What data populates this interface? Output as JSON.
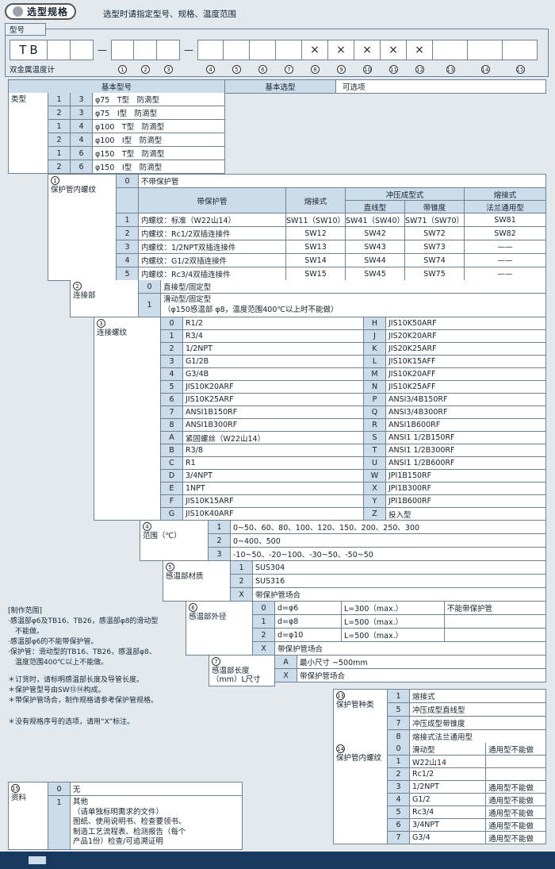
{
  "page": {
    "title": "选型规格",
    "subtitle": "选型时请指定型号、规格、温度范围",
    "model_label": "型号",
    "model_prefix": "TB",
    "product_name": "双金属温度计",
    "dash": "—",
    "x_mark": "×",
    "nums_a": [
      "1",
      "2",
      "3"
    ],
    "nums_b": [
      "4",
      "5",
      "6",
      "7",
      "8",
      "9",
      "10",
      "11",
      "12"
    ],
    "nums_c": [
      "13",
      "14",
      "15"
    ]
  },
  "headers": {
    "basic_model": "基本型号",
    "basic_selection": "基本选型",
    "options": "可选项"
  },
  "type_section": {
    "label": "类型",
    "rows": [
      {
        "c1": "1",
        "c2": "3",
        "desc": "φ75　T型　防滴型"
      },
      {
        "c1": "2",
        "c2": "3",
        "desc": "φ75　I型　防滴型"
      },
      {
        "c1": "1",
        "c2": "4",
        "desc": "φ100　T型　防滴型"
      },
      {
        "c1": "2",
        "c2": "4",
        "desc": "φ100　I型　防滴型"
      },
      {
        "c1": "1",
        "c2": "6",
        "desc": "φ150　T型　防滴型"
      },
      {
        "c1": "2",
        "c2": "6",
        "desc": "φ150　I型　防滴型"
      }
    ]
  },
  "s1": {
    "num": "1",
    "label": "保护管内螺纹",
    "row0": {
      "code": "0",
      "desc": "不带保护管"
    },
    "headers": {
      "with_tube": "带保护管",
      "welded": "熔接式",
      "stamped": "冲压成型式",
      "straight": "直线型",
      "tapered": "带锥度",
      "welded2": "熔接式",
      "flange": "法兰通用型"
    },
    "rows": [
      {
        "code": "1",
        "desc": "内螺纹：标准（W22山14）",
        "a": "SW11（SW10）",
        "b": "SW41（SW40）",
        "c": "SW71（SW70）",
        "d": "SW81"
      },
      {
        "code": "2",
        "desc": "内螺纹：Rc1/2双插连接件",
        "a": "SW12",
        "b": "SW42",
        "c": "SW72",
        "d": "SW82"
      },
      {
        "code": "3",
        "desc": "内螺纹：1/2NPT双插连接件",
        "a": "SW13",
        "b": "SW43",
        "c": "SW73",
        "d": "——"
      },
      {
        "code": "4",
        "desc": "内螺纹：G1/2双插连接件",
        "a": "SW14",
        "b": "SW44",
        "c": "SW74",
        "d": "——"
      },
      {
        "code": "5",
        "desc": "内螺纹：Rc3/4双插连接件",
        "a": "SW15",
        "b": "SW45",
        "c": "SW75",
        "d": "——"
      }
    ]
  },
  "s2": {
    "num": "2",
    "label": "连接部",
    "rows": [
      {
        "code": "0",
        "line1": "直接型/固定型",
        "line2": ""
      },
      {
        "code": "1",
        "line1": "滑动型/固定型",
        "line2": "（φ150感温部 φ8，温度范围400℃以上时不能做）"
      }
    ]
  },
  "s3": {
    "num": "3",
    "label": "连接螺纹",
    "left": [
      {
        "c": "0",
        "v": "R1/2"
      },
      {
        "c": "1",
        "v": "R3/4"
      },
      {
        "c": "2",
        "v": "1/2NPT"
      },
      {
        "c": "3",
        "v": "G1/2B"
      },
      {
        "c": "4",
        "v": "G3/4B"
      },
      {
        "c": "5",
        "v": "JIS10K20ARF"
      },
      {
        "c": "6",
        "v": "JIS10K25ARF"
      },
      {
        "c": "7",
        "v": "ANSI1B150RF"
      },
      {
        "c": "8",
        "v": "ANSI1B300RF"
      },
      {
        "c": "A",
        "v": "紧固螺丝（W22山14）"
      },
      {
        "c": "B",
        "v": "R3/8"
      },
      {
        "c": "C",
        "v": "R1"
      },
      {
        "c": "D",
        "v": "3/4NPT"
      },
      {
        "c": "E",
        "v": "1NPT"
      },
      {
        "c": "F",
        "v": "JIS10K15ARF"
      },
      {
        "c": "G",
        "v": "JIS10K40ARF"
      }
    ],
    "right": [
      {
        "c": "H",
        "v": "JIS10K50ARF"
      },
      {
        "c": "J",
        "v": "JIS20K20ARF"
      },
      {
        "c": "K",
        "v": "JIS20K25ARF"
      },
      {
        "c": "L",
        "v": "JIS10K15AFF"
      },
      {
        "c": "M",
        "v": "JIS10K20AFF"
      },
      {
        "c": "N",
        "v": "JIS10K25AFF"
      },
      {
        "c": "P",
        "v": "ANSI3/4B150RF"
      },
      {
        "c": "Q",
        "v": "ANSI3/4B300RF"
      },
      {
        "c": "R",
        "v": "ANSI1B600RF"
      },
      {
        "c": "S",
        "v": "ANSI1 1/2B150RF"
      },
      {
        "c": "T",
        "v": "ANSI1 1/2B300RF"
      },
      {
        "c": "U",
        "v": "ANSI1 1/2B600RF"
      },
      {
        "c": "W",
        "v": "JPI1B150RF"
      },
      {
        "c": "X",
        "v": "JPI1B300RF"
      },
      {
        "c": "Y",
        "v": "JPI1B600RF"
      },
      {
        "c": "Z",
        "v": "投入型"
      }
    ]
  },
  "s4": {
    "num": "4",
    "label": "范围（℃）",
    "rows": [
      {
        "code": "1",
        "val": "0~50、60、80、100、120、150、200、250、300"
      },
      {
        "code": "2",
        "val": "0~400、500"
      },
      {
        "code": "3",
        "val": "-10~50、-20~100、-30~50、-50~50"
      }
    ]
  },
  "s5": {
    "num": "5",
    "label": "感温部材质",
    "rows": [
      {
        "code": "1",
        "val": "SUS304"
      },
      {
        "code": "2",
        "val": "SUS316"
      },
      {
        "code": "X",
        "val": "带保护管场合"
      }
    ]
  },
  "s6": {
    "num": "6",
    "label": "感温部外径",
    "rows": [
      {
        "code": "0",
        "d": "d=φ6",
        "l": "L=300（max.）",
        "note": "不能带保护管"
      },
      {
        "code": "1",
        "d": "d=φ8",
        "l": "L=500（max.）",
        "note": ""
      },
      {
        "code": "2",
        "d": "d=φ10",
        "l": "L=500（max.）",
        "note": ""
      }
    ],
    "last": {
      "code": "X",
      "val": "带保护管场合"
    }
  },
  "s7": {
    "num": "7",
    "label": "感温部长度（mm）L尺寸",
    "rows": [
      {
        "code": "A",
        "val": "最小尺寸 ~500mm"
      },
      {
        "code": "X",
        "val": "带保护管场合"
      }
    ]
  },
  "s13": {
    "num": "13",
    "label": "保护管种类",
    "rows": [
      {
        "code": "1",
        "val": "熔接式"
      },
      {
        "code": "5",
        "val": "冲压成型直线型"
      },
      {
        "code": "7",
        "val": "冲压成型带锥度"
      },
      {
        "code": "8",
        "val": "熔接式法兰通用型"
      }
    ]
  },
  "s14": {
    "num": "14",
    "label": "保护管内螺纹",
    "rows": [
      {
        "code": "0",
        "val": "滑动型",
        "note": "通用型不能做"
      },
      {
        "code": "1",
        "val": "W22山14",
        "note": ""
      },
      {
        "code": "2",
        "val": "Rc1/2",
        "note": ""
      },
      {
        "code": "3",
        "val": "1/2NPT",
        "note": "通用型不能做"
      },
      {
        "code": "4",
        "val": "G1/2",
        "note": "通用型不能做"
      },
      {
        "code": "5",
        "val": "Rc3/4",
        "note": "通用型不能做"
      },
      {
        "code": "6",
        "val": "3/4NPT",
        "note": "通用型不能做"
      },
      {
        "code": "7",
        "val": "G3/4",
        "note": "通用型不能做"
      }
    ]
  },
  "s15": {
    "num": "15",
    "label": "资料",
    "rows": [
      {
        "code": "0",
        "val": "无"
      },
      {
        "code": "1",
        "val": "其他\n（请单独标明需求的文件）\n图纸、使用说明书、检查要领书、\n制造工艺流程表、检测报告（每个\n产品1份）检查/可追溯证明"
      }
    ]
  },
  "notes": {
    "production_title": "[制作范围]",
    "production": [
      "·感温部φ6及TB16、TB26，感温部φ8的滑动型\n　不能做。",
      "·感温部φ6的不能带保护管。",
      "·保护管：滑动型的TB16、TB26，感温部φ8、\n　温度范围400℃以上不能做。"
    ],
    "stars": [
      "＊订货时，请标明感温部长度及导管长度。",
      "＊保护管型号由SW⑬⑭构成。",
      "＊带保护管场合，制作规格请参考保护管规格。"
    ],
    "star2": "＊没有规格序号的选项，请用“X”标注。"
  }
}
